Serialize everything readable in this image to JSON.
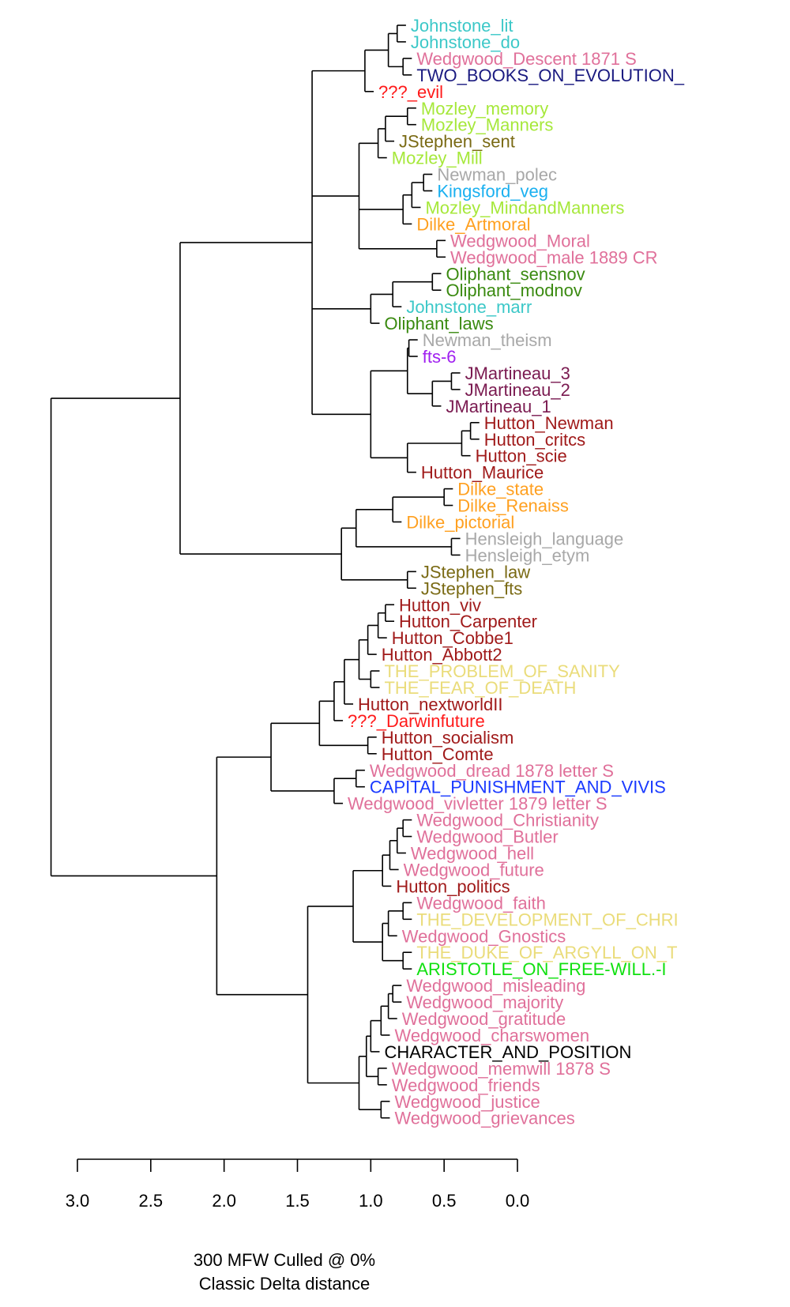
{
  "axis": {
    "ticks": [
      "3.0",
      "2.5",
      "2.0",
      "1.5",
      "1.0",
      "0.5",
      "0.0"
    ],
    "range": [
      3.0,
      0.0
    ]
  },
  "caption": {
    "line1": "300 MFW  Culled @ 0%",
    "line2": "Classic Delta distance"
  },
  "colors": {
    "cyan": "#3cc8c8",
    "pink": "#e0709a",
    "navy": "#1a1a80",
    "red": "#ff1a1a",
    "lime": "#a6e83a",
    "olive": "#7a6a14",
    "gray": "#a8a8a8",
    "skyblue": "#1ab0f0",
    "orange": "#ffa020",
    "green": "#3a8a10",
    "purple": "#a020f0",
    "plum": "#7a1a50",
    "darkred": "#a01a1a",
    "khaki": "#eadc7a",
    "blue": "#1a3aff",
    "brightgreen": "#10e010",
    "black": "#000000"
  },
  "leaves": [
    {
      "label": "Johnstone_lit",
      "color": "#3cc8c8"
    },
    {
      "label": "Johnstone_do",
      "color": "#3cc8c8"
    },
    {
      "label": "Wedgwood_Descent 1871 S",
      "color": "#e0709a"
    },
    {
      "label": "TWO_BOOKS_ON_EVOLUTION_",
      "color": "#1a1a80"
    },
    {
      "label": "???_evil",
      "color": "#ff1a1a"
    },
    {
      "label": "Mozley_memory",
      "color": "#a6e83a"
    },
    {
      "label": "Mozley_Manners",
      "color": "#a6e83a"
    },
    {
      "label": "JStephen_sent",
      "color": "#7a6a14"
    },
    {
      "label": "Mozley_Mill",
      "color": "#a6e83a"
    },
    {
      "label": "Newman_polec",
      "color": "#a8a8a8"
    },
    {
      "label": "Kingsford_veg",
      "color": "#1ab0f0"
    },
    {
      "label": "Mozley_MindandManners",
      "color": "#a6e83a"
    },
    {
      "label": "Dilke_Artmoral",
      "color": "#ffa020"
    },
    {
      "label": "Wedgwood_Moral",
      "color": "#e0709a"
    },
    {
      "label": "Wedgwood_male 1889 CR",
      "color": "#e0709a"
    },
    {
      "label": "Oliphant_sensnov",
      "color": "#3a8a10"
    },
    {
      "label": "Oliphant_modnov",
      "color": "#3a8a10"
    },
    {
      "label": "Johnstone_marr",
      "color": "#3cc8c8"
    },
    {
      "label": "Oliphant_laws",
      "color": "#3a8a10"
    },
    {
      "label": "Newman_theism",
      "color": "#a8a8a8"
    },
    {
      "label": "fts-6",
      "color": "#a020f0"
    },
    {
      "label": "JMartineau_3",
      "color": "#7a1a50"
    },
    {
      "label": "JMartineau_2",
      "color": "#7a1a50"
    },
    {
      "label": "JMartineau_1",
      "color": "#7a1a50"
    },
    {
      "label": "Hutton_Newman",
      "color": "#a01a1a"
    },
    {
      "label": "Hutton_critcs",
      "color": "#a01a1a"
    },
    {
      "label": "Hutton_scie",
      "color": "#a01a1a"
    },
    {
      "label": "Hutton_Maurice",
      "color": "#a01a1a"
    },
    {
      "label": "Dilke_state",
      "color": "#ffa020"
    },
    {
      "label": "Dilke_Renaiss",
      "color": "#ffa020"
    },
    {
      "label": "Dilke_pictorial",
      "color": "#ffa020"
    },
    {
      "label": "Hensleigh_language",
      "color": "#a8a8a8"
    },
    {
      "label": "Hensleigh_etym",
      "color": "#a8a8a8"
    },
    {
      "label": "JStephen_law",
      "color": "#7a6a14"
    },
    {
      "label": "JStephen_fts",
      "color": "#7a6a14"
    },
    {
      "label": "Hutton_viv",
      "color": "#a01a1a"
    },
    {
      "label": "Hutton_Carpenter",
      "color": "#a01a1a"
    },
    {
      "label": "Hutton_Cobbe1",
      "color": "#a01a1a"
    },
    {
      "label": "Hutton_Abbott2",
      "color": "#a01a1a"
    },
    {
      "label": "THE_PROBLEM_OF_SANITY",
      "color": "#eadc7a"
    },
    {
      "label": "THE_FEAR_OF_DEATH",
      "color": "#eadc7a"
    },
    {
      "label": "Hutton_nextworldII",
      "color": "#a01a1a"
    },
    {
      "label": "???_Darwinfuture",
      "color": "#ff1a1a"
    },
    {
      "label": "Hutton_socialism",
      "color": "#a01a1a"
    },
    {
      "label": "Hutton_Comte",
      "color": "#a01a1a"
    },
    {
      "label": "Wedgwood_dread 1878 letter S",
      "color": "#e0709a"
    },
    {
      "label": "CAPITAL_PUNISHMENT_AND_VIVIS",
      "color": "#1a3aff"
    },
    {
      "label": "Wedgwood_vivletter 1879 letter S",
      "color": "#e0709a"
    },
    {
      "label": "Wedgwood_Christianity",
      "color": "#e0709a"
    },
    {
      "label": "Wedgwood_Butler",
      "color": "#e0709a"
    },
    {
      "label": "Wedgwood_hell",
      "color": "#e0709a"
    },
    {
      "label": "Wedgwood_future",
      "color": "#e0709a"
    },
    {
      "label": "Hutton_politics",
      "color": "#a01a1a"
    },
    {
      "label": "Wedgwood_faith",
      "color": "#e0709a"
    },
    {
      "label": "THE_DEVELOPMENT_OF_CHRI",
      "color": "#eadc7a"
    },
    {
      "label": "Wedgwood_Gnostics",
      "color": "#e0709a"
    },
    {
      "label": "THE_DUKE_OF_ARGYLL_ON_T",
      "color": "#eadc7a"
    },
    {
      "label": "ARISTOTLE_ON_FREE-WILL.-I",
      "color": "#10e010"
    },
    {
      "label": "Wedgwood_misleading",
      "color": "#e0709a"
    },
    {
      "label": "Wedgwood_majority",
      "color": "#e0709a"
    },
    {
      "label": "Wedgwood_gratitude",
      "color": "#e0709a"
    },
    {
      "label": "Wedgwood_charswomen",
      "color": "#e0709a"
    },
    {
      "label": "CHARACTER_AND_POSITION",
      "color": "#000000"
    },
    {
      "label": "Wedgwood_memwill 1878 S",
      "color": "#e0709a"
    },
    {
      "label": "Wedgwood_friends",
      "color": "#e0709a"
    },
    {
      "label": "Wedgwood_justice",
      "color": "#e0709a"
    },
    {
      "label": "Wedgwood_grievances",
      "color": "#e0709a"
    }
  ],
  "tree": {
    "h": 3.18,
    "c": [
      {
        "h": 2.3,
        "c": [
          {
            "h": 1.4,
            "c": [
              {
                "h": 1.04,
                "c": [
                  {
                    "h": 0.88,
                    "c": [
                      {
                        "h": 0.82,
                        "c": [
                          0,
                          1
                        ]
                      },
                      {
                        "h": 0.78,
                        "c": [
                          2,
                          3
                        ]
                      }
                    ]
                  },
                  4
                ]
              },
              {
                "h": 1.08,
                "c": [
                  {
                    "h": 0.95,
                    "c": [
                      {
                        "h": 0.9,
                        "c": [
                          {
                            "h": 0.75,
                            "c": [
                              5,
                              6
                            ]
                          },
                          7
                        ]
                      },
                      8
                    ]
                  },
                  {
                    "h": 0.78,
                    "c": [
                      {
                        "h": 0.72,
                        "c": [
                          {
                            "h": 0.64,
                            "c": [
                              9,
                              10
                            ]
                          },
                          11
                        ]
                      },
                      12
                    ]
                  },
                  {
                    "h": 0.55,
                    "c": [
                      13,
                      14
                    ]
                  }
                ]
              },
              {
                "h": 1.0,
                "c": [
                  {
                    "h": 0.85,
                    "c": [
                      {
                        "h": 0.58,
                        "c": [
                          15,
                          16
                        ]
                      },
                      17
                    ]
                  },
                  18
                ]
              },
              {
                "h": 1.0,
                "c": [
                  {
                    "h": 0.75,
                    "c": [
                      {
                        "h": 0.74,
                        "c": [
                          19,
                          20
                        ]
                      },
                      {
                        "h": 0.58,
                        "c": [
                          {
                            "h": 0.45,
                            "c": [
                              21,
                              22
                            ]
                          },
                          23
                        ]
                      }
                    ]
                  },
                  {
                    "h": 0.75,
                    "c": [
                      {
                        "h": 0.38,
                        "c": [
                          {
                            "h": 0.32,
                            "c": [
                              24,
                              25
                            ]
                          },
                          26
                        ]
                      },
                      27
                    ]
                  }
                ]
              }
            ]
          },
          {
            "h": 1.2,
            "c": [
              {
                "h": 1.1,
                "c": [
                  {
                    "h": 0.85,
                    "c": [
                      {
                        "h": 0.5,
                        "c": [
                          28,
                          29
                        ]
                      },
                      30
                    ]
                  },
                  {
                    "h": 0.45,
                    "c": [
                      31,
                      32
                    ]
                  }
                ]
              },
              {
                "h": 0.75,
                "c": [
                  33,
                  34
                ]
              }
            ]
          }
        ]
      },
      {
        "h": 2.05,
        "c": [
          {
            "h": 1.68,
            "c": [
              {
                "h": 1.35,
                "c": [
                  {
                    "h": 1.25,
                    "c": [
                      {
                        "h": 1.18,
                        "c": [
                          {
                            "h": 1.08,
                            "c": [
                              {
                                "h": 1.02,
                                "c": [
                                  {
                                    "h": 0.95,
                                    "c": [
                                      {
                                        "h": 0.9,
                                        "c": [
                                          35,
                                          36
                                        ]
                                      },
                                      37
                                    ]
                                  },
                                  38
                                ]
                              },
                              {
                                "h": 1.0,
                                "c": [
                                  39,
                                  40
                                ]
                              }
                            ]
                          },
                          41
                        ]
                      },
                      42
                    ]
                  },
                  {
                    "h": 1.02,
                    "c": [
                      43,
                      44
                    ]
                  }
                ]
              },
              {
                "h": 1.25,
                "c": [
                  {
                    "h": 1.1,
                    "c": [
                      45,
                      46
                    ]
                  },
                  47
                ]
              }
            ]
          },
          {
            "h": 1.43,
            "c": [
              {
                "h": 1.12,
                "c": [
                  {
                    "h": 0.92,
                    "c": [
                      {
                        "h": 0.87,
                        "c": [
                          {
                            "h": 0.82,
                            "c": [
                              {
                                "h": 0.78,
                                "c": [
                                  48,
                                  49
                                ]
                              },
                              50
                            ]
                          },
                          51
                        ]
                      },
                      52
                    ]
                  },
                  {
                    "h": 0.92,
                    "c": [
                      {
                        "h": 0.88,
                        "c": [
                          {
                            "h": 0.78,
                            "c": [
                              53,
                              54
                            ]
                          },
                          55
                        ]
                      },
                      {
                        "h": 0.78,
                        "c": [
                          56,
                          57
                        ]
                      }
                    ]
                  }
                ]
              },
              {
                "h": 1.08,
                "c": [
                  {
                    "h": 1.03,
                    "c": [
                      {
                        "h": 1.0,
                        "c": [
                          {
                            "h": 0.93,
                            "c": [
                              {
                                "h": 0.88,
                                "c": [
                                  {
                                    "h": 0.85,
                                    "c": [
                                      58,
                                      59
                                    ]
                                  },
                                  60
                                ]
                              },
                              61
                            ]
                          },
                          62
                        ]
                      },
                      {
                        "h": 0.95,
                        "c": [
                          63,
                          64
                        ]
                      }
                    ]
                  },
                  {
                    "h": 0.93,
                    "c": [
                      65,
                      66
                    ]
                  }
                ]
              }
            ]
          }
        ]
      }
    ]
  }
}
